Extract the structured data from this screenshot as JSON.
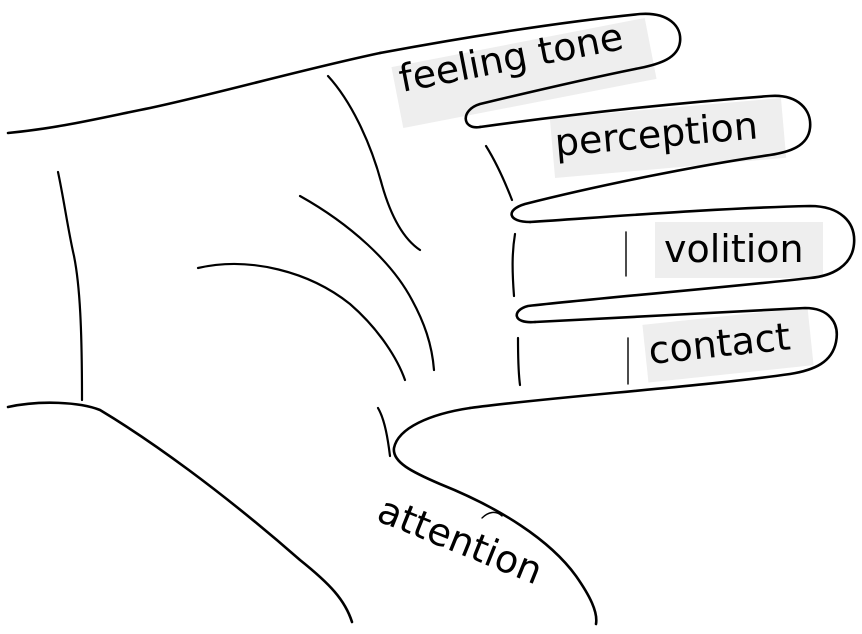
{
  "labels": {
    "feeling_tone": "feeling tone",
    "perception": "perception",
    "volition": "volition",
    "contact": "contact",
    "attention": "attention"
  },
  "colors": {
    "outline": "#000000",
    "label_background": "#eeeeee",
    "background": "#ffffff"
  }
}
